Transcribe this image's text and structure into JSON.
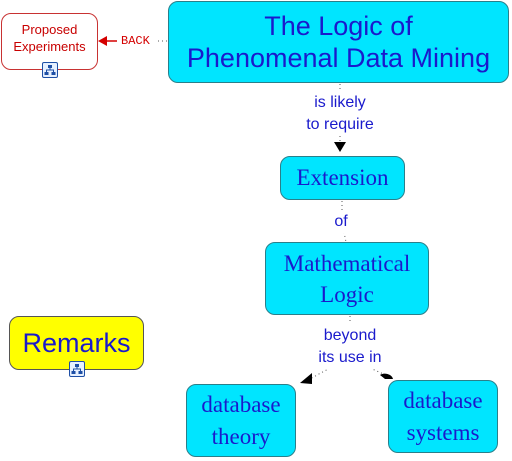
{
  "nodes": {
    "title": {
      "line1": "The Logic of",
      "line2": "Phenomenal Data Mining"
    },
    "extension": "Extension",
    "math_logic": {
      "line1": "Mathematical",
      "line2": "Logic"
    },
    "db_theory": {
      "line1": "database",
      "line2": "theory"
    },
    "db_systems": {
      "line1": "database",
      "line2": "systems"
    },
    "proposed": {
      "line1": "Proposed",
      "line2": "Experiments"
    },
    "remarks": "Remarks"
  },
  "links": {
    "likely": {
      "line1": "is likely",
      "line2": "to require"
    },
    "of": "of",
    "beyond": {
      "line1": "beyond",
      "line2": "its use in"
    },
    "back": "BACK"
  },
  "colors": {
    "node_fill": "#00e5ff",
    "link_text": "#1a1acc",
    "back_link": "#d40000",
    "remarks_fill": "#ffff00"
  },
  "icons": {
    "submap": "concept-map-icon"
  }
}
